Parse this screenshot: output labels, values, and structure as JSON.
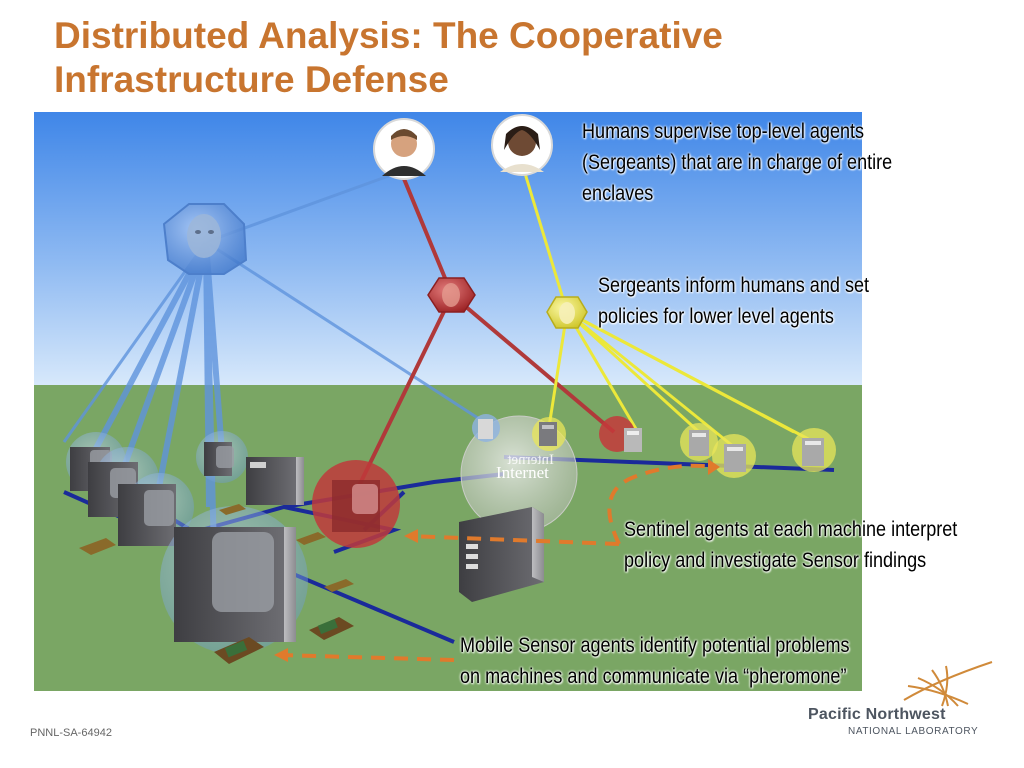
{
  "slide": {
    "title_line1": "Distributed Analysis: The Cooperative",
    "title_line2": "Infrastructure Defense"
  },
  "callouts": {
    "humans": [
      "Humans supervise top-level agents",
      "(Sergeants) that are in charge of entire",
      "enclaves"
    ],
    "sergeants": [
      "Sergeants inform humans and set",
      "policies for lower level agents"
    ],
    "sentinels": [
      "Sentinel agents at each machine interpret",
      "policy and investigate Sensor findings"
    ],
    "sensors": [
      "Mobile Sensor agents identify potential problems",
      "on machines and communicate via “pheromone”"
    ]
  },
  "scene": {
    "internet_label": "Internet",
    "internet_label_mirrored": "Internet"
  },
  "footer": {
    "doc_id": "PNNL-SA-64942",
    "lab_name": "Pacific Northwest",
    "lab_sub": "NATIONAL LABORATORY"
  },
  "colors": {
    "title": "#c8752f",
    "blue_agent": "#5b8fd6",
    "red_agent": "#c0393b",
    "yellow_agent": "#e6e24a",
    "pheromone_arrow": "#e07a2c",
    "sky_top": "#3f86e8",
    "ground": "#7aa664"
  }
}
